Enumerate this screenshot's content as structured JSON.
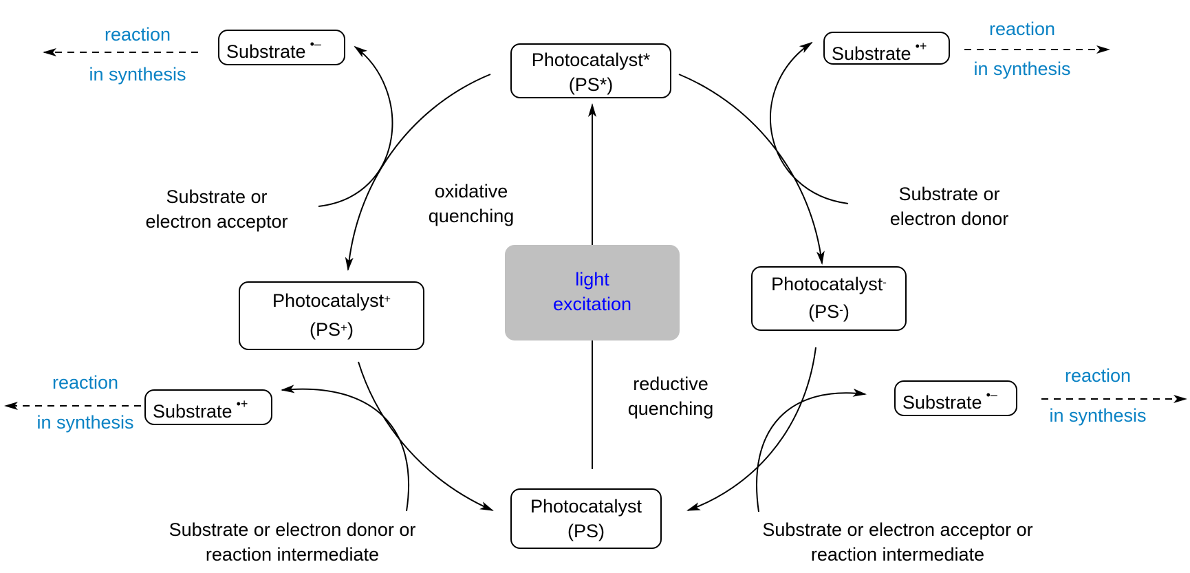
{
  "colors": {
    "reaction_text": "#0a82c4",
    "light_text": "#0000ff",
    "light_box": "#c0c0c0",
    "line": "#000000"
  },
  "nodes": {
    "ps_excited": {
      "line1": "Photocatalyst*",
      "line2": "(PS*)"
    },
    "ps_oxidized": {
      "line1": "Photocatalyst",
      "charge": "+",
      "line2_pre": "(PS",
      "line2_charge": "+",
      "line2_post": ")"
    },
    "ps_reduced": {
      "line1": "Photocatalyst",
      "charge": "-",
      "line2_pre": "(PS",
      "line2_charge": "-",
      "line2_post": ")"
    },
    "ps_ground": {
      "line1": "Photocatalyst",
      "line2": "(PS)"
    },
    "light": {
      "line1": "light",
      "line2": "excitation"
    }
  },
  "substrates": [
    {
      "id": "top-left",
      "name": "Substrate",
      "charge": "•–"
    },
    {
      "id": "top-right",
      "name": "Substrate",
      "charge": "•+"
    },
    {
      "id": "bottom-left",
      "name": "Substrate",
      "charge": "•+"
    },
    {
      "id": "bottom-right",
      "name": "Substrate",
      "charge": "•–"
    }
  ],
  "reaction_labels": {
    "line1": "reaction",
    "line2": "in synthesis"
  },
  "quenching": {
    "oxidative": {
      "line1": "oxidative",
      "line2": "quenching"
    },
    "reductive": {
      "line1": "reductive",
      "line2": "quenching"
    }
  },
  "reagents": {
    "acceptor": {
      "line1": "Substrate or",
      "line2": "electron acceptor"
    },
    "donor": {
      "line1": "Substrate or",
      "line2": "electron donor"
    },
    "donor_intermediate": {
      "line1": "Substrate or electron donor or",
      "line2": "reaction intermediate"
    },
    "acceptor_intermediate": {
      "line1": "Substrate or electron acceptor or",
      "line2": "reaction intermediate"
    }
  }
}
